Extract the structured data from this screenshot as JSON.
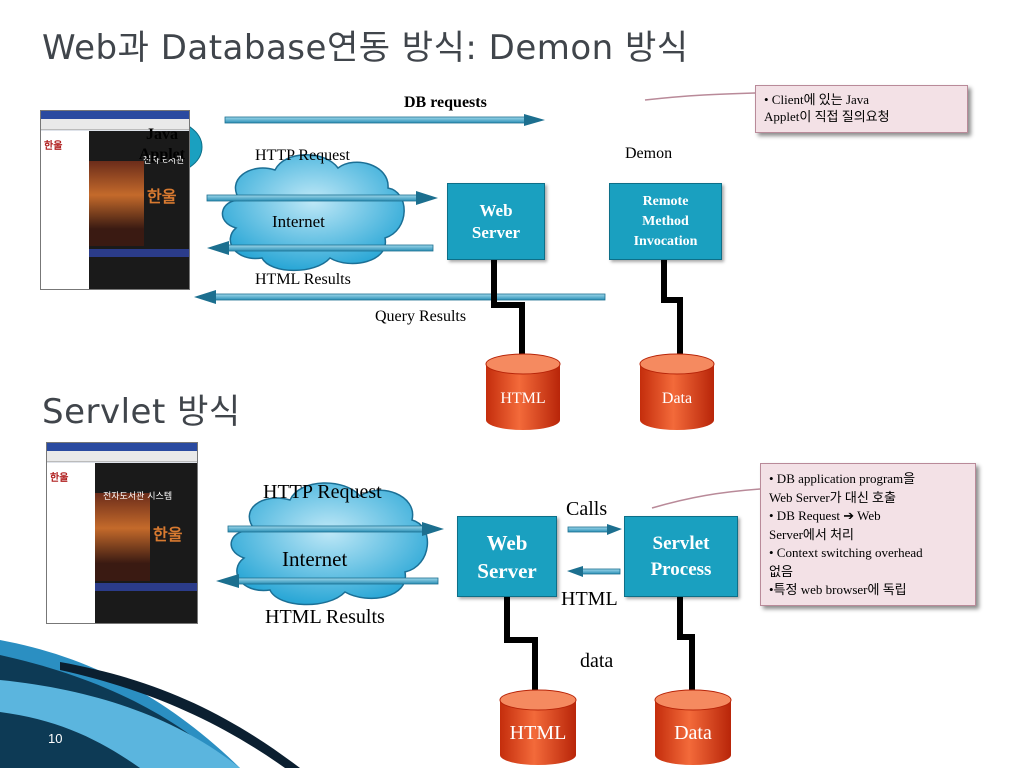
{
  "slide": {
    "title_top": "Web과 Database연동 방식: Demon 방식",
    "title_bottom": "Servlet 방식",
    "page_number": "10"
  },
  "top": {
    "db_requests": "DB requests",
    "java_applet": "Java Applet",
    "http_request": "HTTP Request",
    "demon": "Demon",
    "internet": "Internet",
    "web_server": "Web Server",
    "rmi": "Remote Method Invocation",
    "html_results": "HTML Results",
    "query_results": "Query Results",
    "html_db": "HTML",
    "data_db": "Data",
    "note": [
      "• Client에 있는  Java",
      "Applet이 직접 질의요청"
    ]
  },
  "bottom": {
    "http_request": "HTTP Request",
    "internet": "Internet",
    "html_results": "HTML Results",
    "calls": "Calls",
    "web_server": "Web Server",
    "servlet_process": "Servlet Process",
    "html_label": "HTML",
    "data_label": "data",
    "html_db": "HTML",
    "data_db": "Data",
    "note": [
      "•  DB application program을",
      "Web Server가 대신 호출",
      "• DB Request ➔ Web",
      "Server에서 처리",
      "• Context switching overhead",
      "없음",
      "•특정 web browser에 독립"
    ]
  },
  "screenshot": {
    "library_name": "전자도서관",
    "library_name_full": "전자도서관 시스템",
    "logo_text": "한울"
  },
  "colors": {
    "box_fill": "#1aa0c0",
    "cloud_fill": "#2aa7d6",
    "cylinder_fill": "#e0431a",
    "note_fill": "#f3e1e6",
    "title_color": "#40454b",
    "wave_dark": "#0d3a55",
    "wave_light": "#2b8fc2"
  }
}
